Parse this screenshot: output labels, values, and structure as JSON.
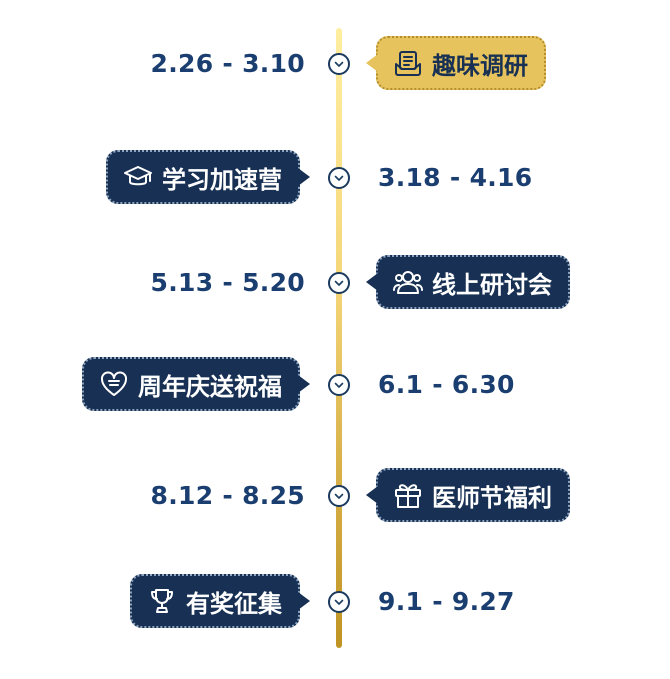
{
  "timeline": [
    {
      "date": "2.26 - 3.10",
      "event": "趣味调研",
      "icon": "clipboard-icon",
      "side": "right",
      "style": "gold"
    },
    {
      "date": "3.18 - 4.16",
      "event": "学习加速营",
      "icon": "graduation-cap-icon",
      "side": "left",
      "style": "navy"
    },
    {
      "date": "5.13 - 5.20",
      "event": "线上研讨会",
      "icon": "users-icon",
      "side": "right",
      "style": "navy"
    },
    {
      "date": "6.1 - 6.30",
      "event": "周年庆送祝福",
      "icon": "heart-chat-icon",
      "side": "left",
      "style": "navy"
    },
    {
      "date": "8.12 - 8.25",
      "event": "医师节福利",
      "icon": "gift-icon",
      "side": "right",
      "style": "navy"
    },
    {
      "date": "9.1 - 9.27",
      "event": "有奖征集",
      "icon": "trophy-icon",
      "side": "left",
      "style": "navy"
    }
  ],
  "colors": {
    "navy": "#173053",
    "gold": "#e6c35c",
    "date_text": "#1b3e70",
    "axis_top": "#ffeea0",
    "axis_bottom": "#bf9423"
  }
}
